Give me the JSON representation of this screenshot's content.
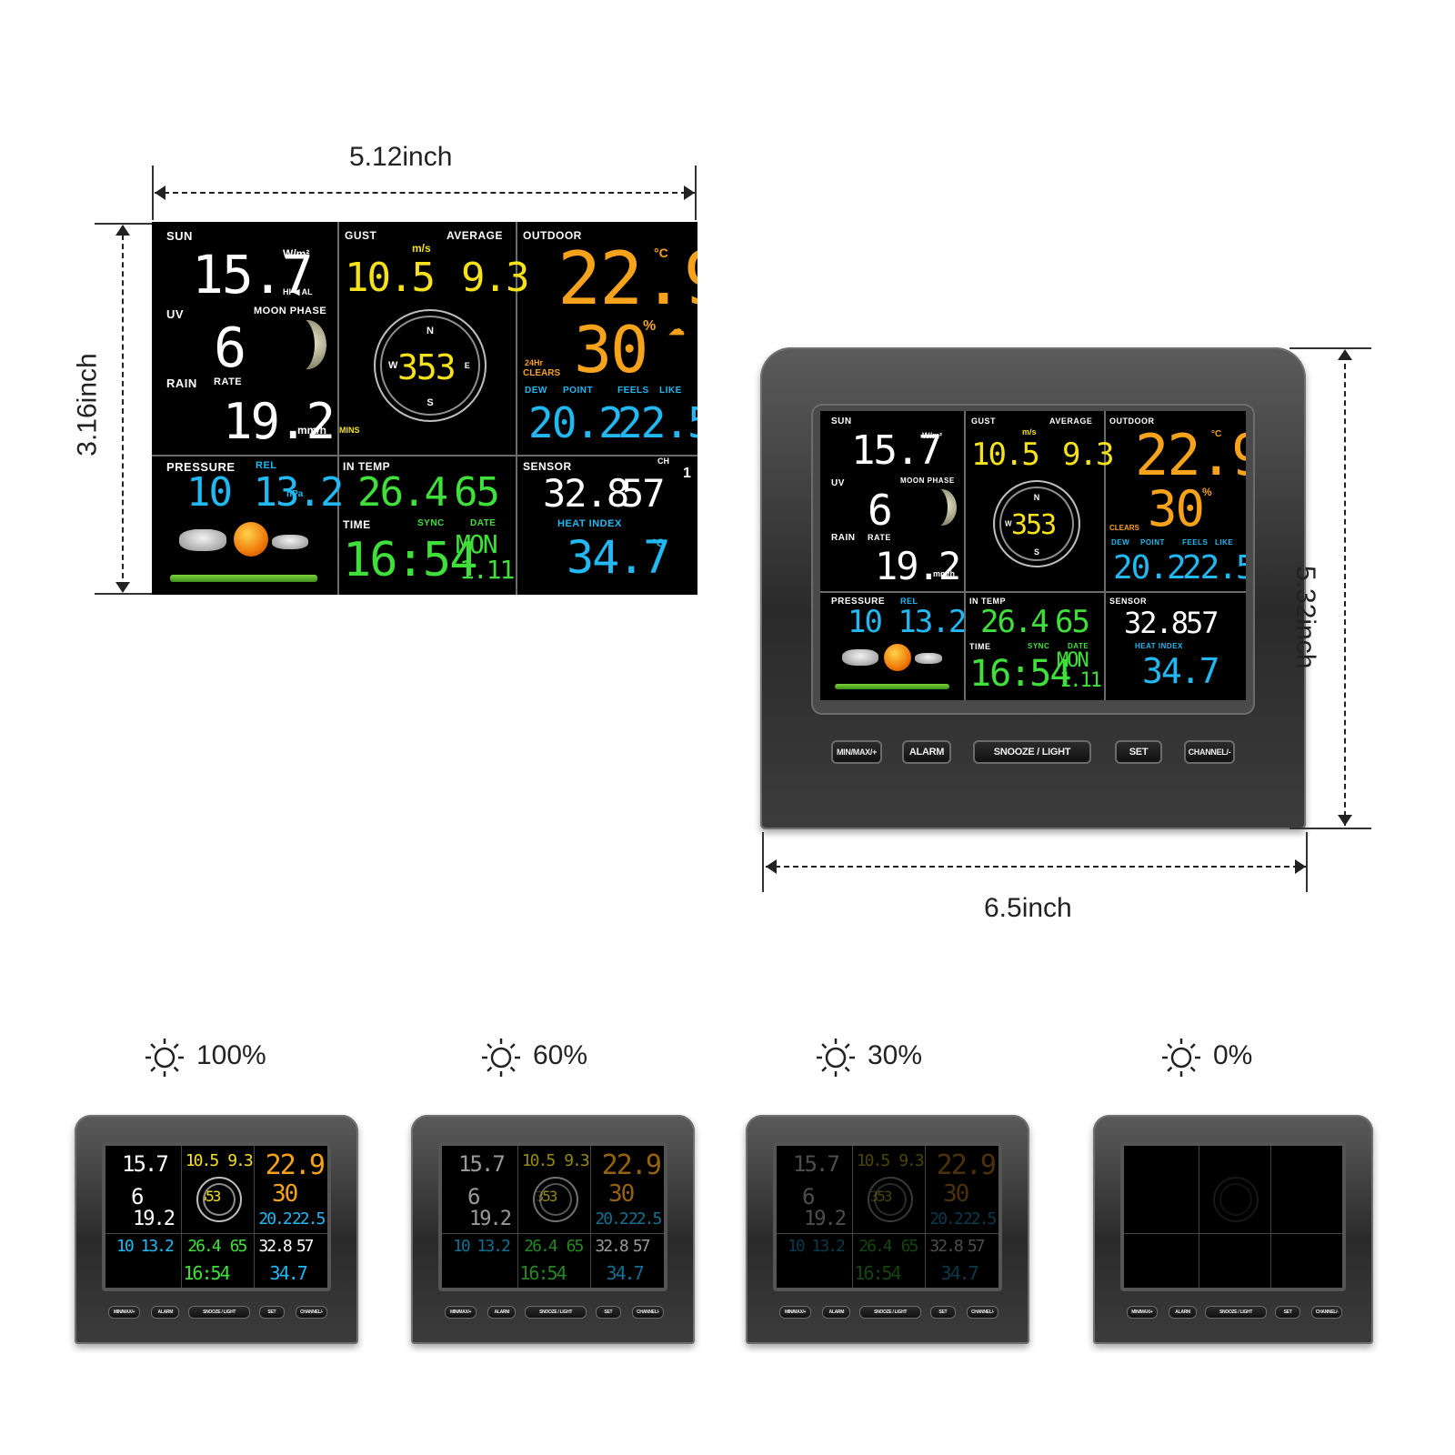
{
  "dimensions": {
    "screen_width": "5.12inch",
    "screen_height": "3.16inch",
    "device_width": "6.5inch",
    "device_height": "5.32inch"
  },
  "display": {
    "sun_label": "SUN",
    "sun_value": "15.7",
    "sun_unit": "W/m²",
    "hi_al": "HI ◀ AL",
    "uv_label": "UV",
    "uv_value": "6",
    "moon_phase_label": "MOON PHASE",
    "rain_label": "RAIN",
    "rate_label": "RATE",
    "rain_value": "19.2",
    "rain_unit": "mm/h",
    "gust_label": "GUST",
    "average_label": "AVERAGE",
    "wind_unit": "m/s",
    "gust_value": "10.5",
    "average_value": "9.3",
    "compass_n": "N",
    "compass_s": "S",
    "compass_e": "E",
    "compass_w": "W",
    "wind_direction": "353",
    "mins_badge": "MINS",
    "outdoor_label": "OUTDOOR",
    "outdoor_temp": "22.9",
    "outdoor_humidity": "30",
    "celsius": "°C",
    "percent": "%",
    "forecast_text": "CLEARS",
    "forecast_hours": "24Hr",
    "dew_label": "DEW",
    "point_label": "POINT",
    "feels_label": "FEELS",
    "like_label": "LIKE",
    "dew_value": "20.2",
    "feels_value": "22.5",
    "pressure_label": "PRESSURE",
    "rel_label": "REL",
    "pressure_value": "10 13.2",
    "pressure_unit": "hPa",
    "in_temp_label": "IN TEMP",
    "in_temp": "26.4",
    "in_humidity": "65",
    "time_label": "TIME",
    "sync_label": "SYNC",
    "date_label": "DATE",
    "time_value": "16:54",
    "day_value": "MON",
    "date_value": "1.11",
    "sensor_label": "SENSOR",
    "sensor_temp": "32.8",
    "sensor_humidity": "57",
    "ch_label": "CH",
    "ch_value": "1",
    "heat_index_label": "HEAT INDEX",
    "heat_index_value": "34.7"
  },
  "buttons": {
    "minmax": "MIN/MAX/+",
    "alarm": "ALARM",
    "snooze": "SNOOZE / LIGHT",
    "set": "SET",
    "channel": "CHANNEL/-"
  },
  "brightness_levels": [
    {
      "label": "100%",
      "level": 1.0
    },
    {
      "label": "60%",
      "level": 0.6
    },
    {
      "label": "30%",
      "level": 0.3
    },
    {
      "label": "0%",
      "level": 0.0
    }
  ],
  "colors": {
    "yellow": "#f6e21a",
    "orange": "#f7a21b",
    "cyan": "#22b8f2",
    "green": "#3fe03a"
  }
}
